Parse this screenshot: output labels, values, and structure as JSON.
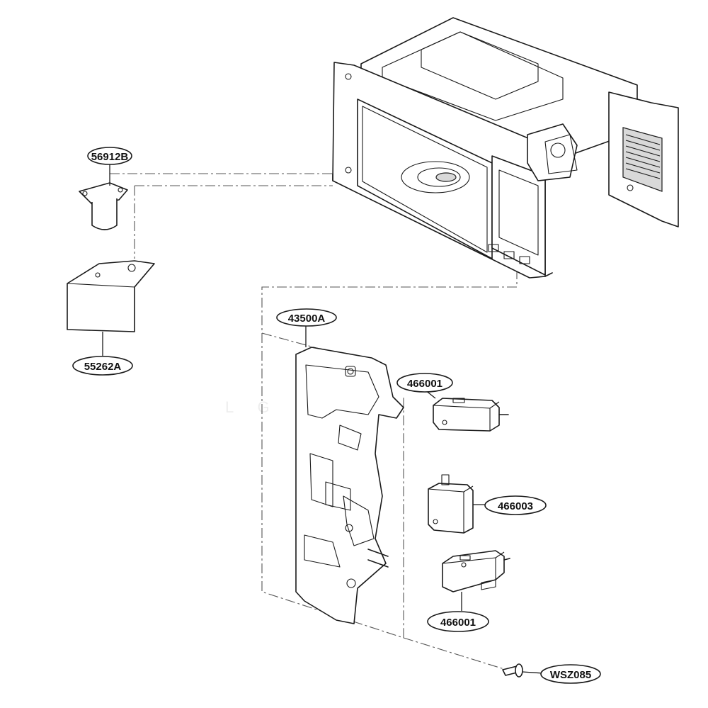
{
  "parts": [
    {
      "id": "label-56912b",
      "text": "56912B"
    },
    {
      "id": "label-55262a",
      "text": "55262A"
    },
    {
      "id": "label-43500a",
      "text": "43500A"
    },
    {
      "id": "label-466001-top",
      "text": "466001"
    },
    {
      "id": "label-466003",
      "text": "466003"
    },
    {
      "id": "label-466001-bottom",
      "text": "466001"
    },
    {
      "id": "label-wsz085",
      "text": "WSZ085"
    }
  ],
  "colors": {
    "line": "#1a1a1a",
    "background": "#ffffff"
  }
}
